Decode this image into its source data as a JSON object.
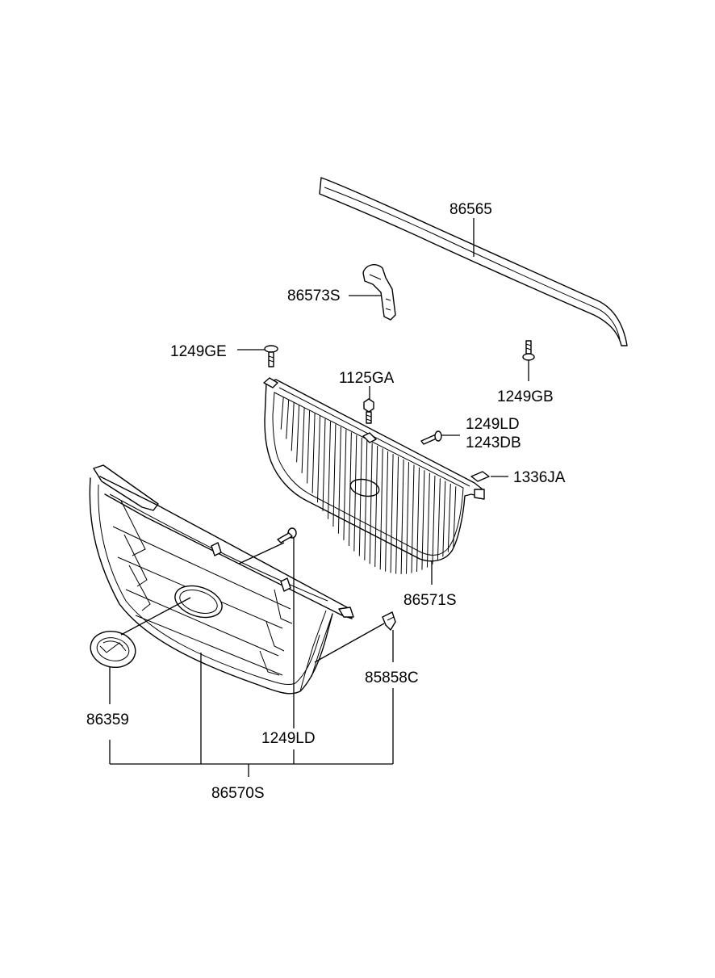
{
  "labels": {
    "p86565": "86565",
    "p86573S": "86573S",
    "p1249GE": "1249GE",
    "p1125GA": "1125GA",
    "p1249GB": "1249GB",
    "p1249LD_top": "1249LD",
    "p1243DB": "1243DB",
    "p1336JA": "1336JA",
    "p86571S": "86571S",
    "p85858C": "85858C",
    "p86359": "86359",
    "p1249LD_bottom": "1249LD",
    "p86570S": "86570S"
  }
}
